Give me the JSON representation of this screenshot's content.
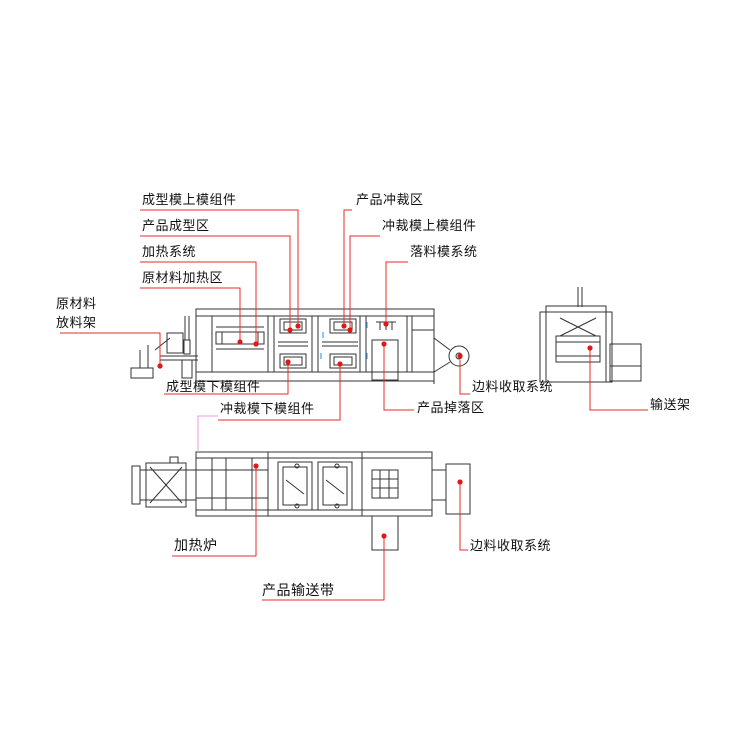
{
  "colors": {
    "leader": "#e8292a",
    "dot": "#e01818",
    "machine": "#333333",
    "accent": "#e89be8",
    "panel": "#b9b9b9",
    "blue": "#3aa0ff"
  },
  "labels": {
    "forming_upper_mold": "成型模上模组件",
    "product_forming_zone": "产品成型区",
    "heating_system": "加热系统",
    "material_heating_zone": "原材料加热区",
    "raw_material_line1": "原材料",
    "raw_material_line2": "放料架",
    "product_punching_zone": "产品冲裁区",
    "punch_upper_mold": "冲裁模上模组件",
    "drop_mold_system": "落料模系统",
    "forming_lower_mold": "成型模下模组件",
    "punch_lower_mold": "冲裁模下模组件",
    "edge_recovery_side": "边料收取系统",
    "product_drop_zone": "产品掉落区",
    "conveyor_rack": "输送架",
    "heating_furnace": "加热炉",
    "product_conveyor": "产品输送带",
    "edge_recovery_plan": "边料收取系统"
  }
}
